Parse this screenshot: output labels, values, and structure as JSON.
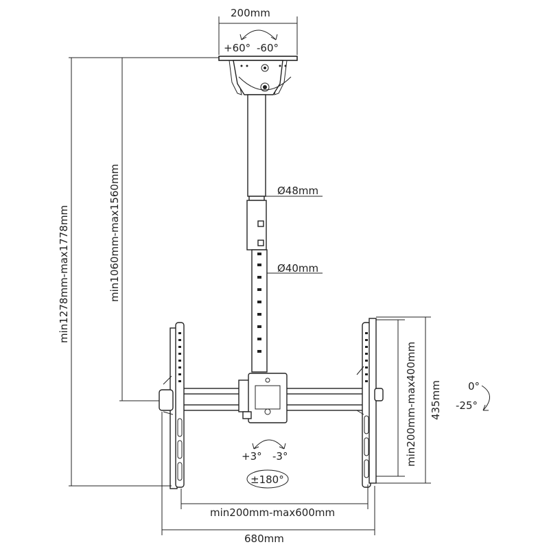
{
  "dimensions": {
    "top_width": "200mm",
    "swivel_plus": "+60°",
    "swivel_minus": "-60°",
    "overall_height": "min1278mm-max1778mm",
    "pole_height": "min1060mm-max1560mm",
    "outer_pole_dia": "Ø48mm",
    "inner_pole_dia": "Ø40mm",
    "vertical_vesa": "min200mm-max400mm",
    "bracket_height": "435mm",
    "tilt_top": "0°",
    "tilt_bottom": "-25°",
    "rotate_plus": "+3°",
    "rotate_minus": "-3°",
    "rotation": "±180°",
    "horizontal_vesa": "min200mm-max600mm",
    "overall_width": "680mm"
  },
  "colors": {
    "line": "#222222",
    "background": "#ffffff"
  }
}
